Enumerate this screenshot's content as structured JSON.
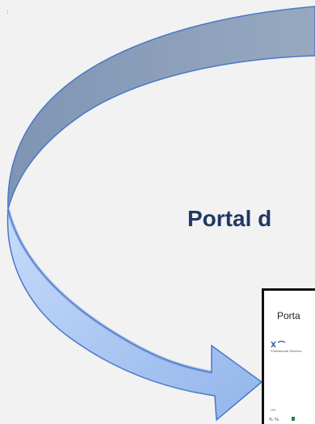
{
  "page": {
    "marker": ":",
    "title": "Portal d"
  },
  "thumbnail": {
    "title": "Porta",
    "caption": "Professional Services",
    "tag": "ON",
    "footer": "%. %."
  },
  "colors": {
    "background": "#f2f2f2",
    "arrow_fill": "#a7c4eb",
    "arrow_shadow": "#5a86d8",
    "arrow_stroke": "#4b78c8",
    "arrow_grey": "#8ea0b7",
    "title": "#203864"
  },
  "icons": {
    "arrow": "curved-arrow-icon",
    "logo": "company-logo"
  }
}
